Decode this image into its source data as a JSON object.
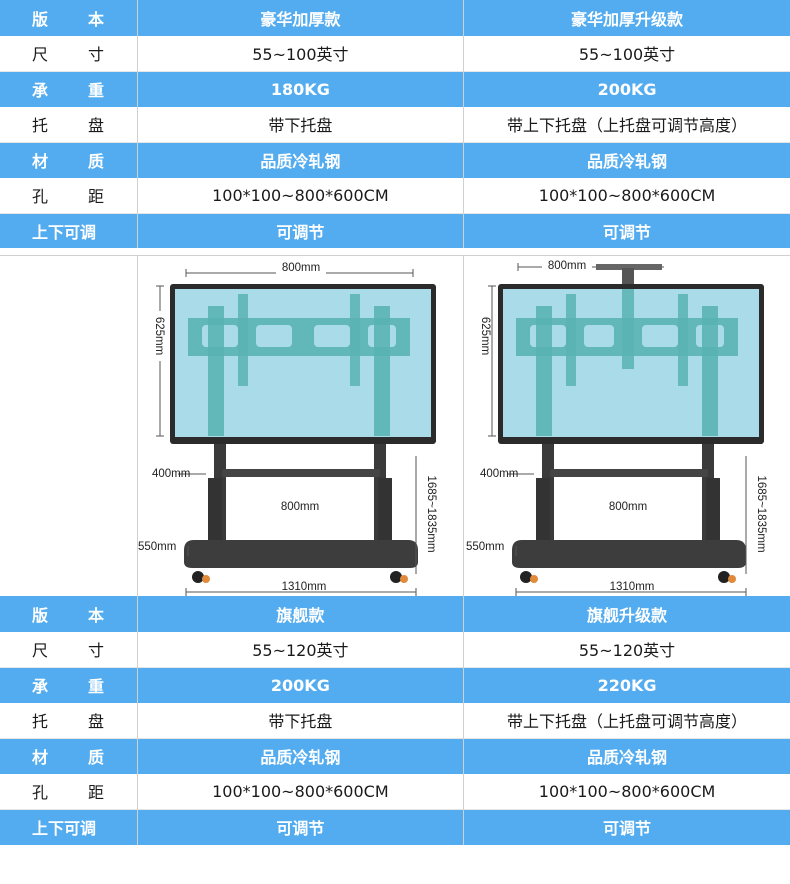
{
  "top_table": {
    "rows": [
      {
        "label": [
          "版",
          "本"
        ],
        "left": "豪华加厚款",
        "right": "豪华加厚升级款",
        "style": "blue"
      },
      {
        "label": [
          "尺",
          "寸"
        ],
        "left": "55~100英寸",
        "right": "55~100英寸",
        "style": "white"
      },
      {
        "label": [
          "承",
          "重"
        ],
        "left": "180KG",
        "right": "200KG",
        "style": "blue"
      },
      {
        "label": [
          "托",
          "盘"
        ],
        "left": "带下托盘",
        "right": "带上下托盘（上托盘可调节高度）",
        "style": "white"
      },
      {
        "label": [
          "材",
          "质"
        ],
        "left": "品质冷轧钢",
        "right": "品质冷轧钢",
        "style": "blue"
      },
      {
        "label": [
          "孔",
          "距"
        ],
        "left": "100*100~800*600CM",
        "right": "100*100~800*600CM",
        "style": "white"
      },
      {
        "label": [
          "上下可调"
        ],
        "left": "可调节",
        "right": "可调节",
        "style": "blue"
      }
    ]
  },
  "diagrams": {
    "left": {
      "width": "800mm",
      "screen_height": "625mm",
      "tray_height": "400mm",
      "tray_width": "800mm",
      "base_height": "550mm",
      "base_width": "1310mm",
      "total_height": "1685~1835mm"
    },
    "right": {
      "width": "800mm",
      "screen_height": "625mm",
      "tray_height": "400mm",
      "tray_width": "800mm",
      "base_height": "550mm",
      "base_width": "1310mm",
      "total_height": "1685~1835mm"
    }
  },
  "bottom_table": {
    "rows": [
      {
        "label": [
          "版",
          "本"
        ],
        "left": "旗舰款",
        "right": "旗舰升级款",
        "style": "blue"
      },
      {
        "label": [
          "尺",
          "寸"
        ],
        "left": "55~120英寸",
        "right": "55~120英寸",
        "style": "white"
      },
      {
        "label": [
          "承",
          "重"
        ],
        "left": "200KG",
        "right": "220KG",
        "style": "blue"
      },
      {
        "label": [
          "托",
          "盘"
        ],
        "left": "带下托盘",
        "right": "带上下托盘（上托盘可调节高度）",
        "style": "white"
      },
      {
        "label": [
          "材",
          "质"
        ],
        "left": "品质冷轧钢",
        "right": "品质冷轧钢",
        "style": "blue"
      },
      {
        "label": [
          "孔",
          "距"
        ],
        "left": "100*100~800*600CM",
        "right": "100*100~800*600CM",
        "style": "white"
      },
      {
        "label": [
          "上下可调"
        ],
        "left": "可调节",
        "right": "可调节",
        "style": "blue"
      }
    ]
  },
  "colors": {
    "header_blue": "#53acef",
    "screen_frame": "#2b2b2b",
    "screen_glass": "#a9dbe8",
    "mount_teal": "#5ab3b3",
    "stand_dark": "#3a3a3a"
  }
}
